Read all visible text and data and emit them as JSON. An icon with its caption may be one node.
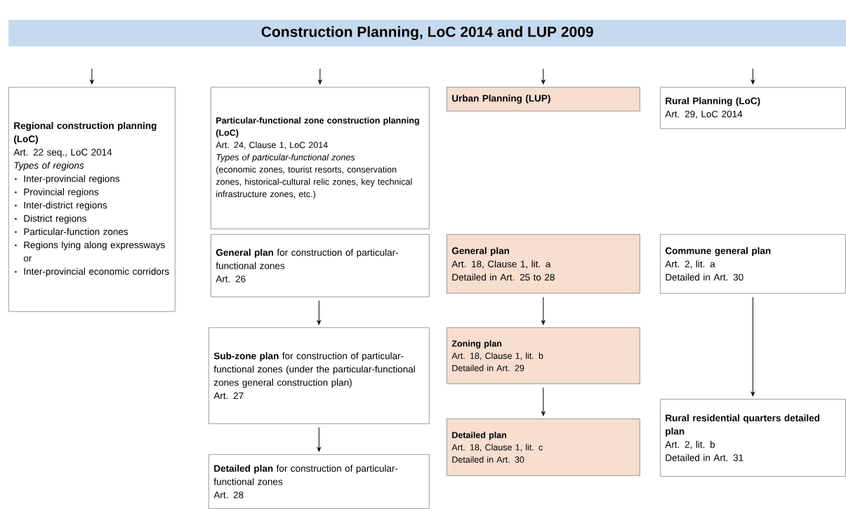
{
  "diagram": {
    "title": "Construction Planning, LoC 2014 and LUP 2009",
    "nodes": [
      {
        "text": [
          "Regional construction planning (LoC)",
          "Art. 22 seq., LoC 2014",
          "Types of regions",
          "Inter-provincial regions",
          "Provincial regions",
          "Inter-district regions",
          "District regions",
          "Particular-function zones",
          "Regions lying along expressways or",
          "Inter-provincial economic corridors"
        ]
      },
      {
        "text": [
          "Particular-functional zone construction planning (LoC)",
          "Art. 24, Clause 1, LoC 2014",
          "Types of particular-functional zones",
          "(economic zones, tourist resorts, conservation zones, historical-cultural relic zones, key technical infrastructure zones, etc.)"
        ]
      },
      {
        "text": [
          "Urban Planning (LUP)"
        ]
      },
      {
        "text": [
          "Rural Planning (LoC)",
          "Art. 29, LoC 2014"
        ]
      },
      {
        "text": [
          "**General plan** for construction of particular-functional zones",
          "Art. 26"
        ]
      },
      {
        "text": [
          "General plan",
          "Art. 18, Clause 1, lit. a",
          "Detailed in Art. 25 to 28"
        ]
      },
      {
        "text": [
          "Commune general plan",
          "Art. 2, lit. a",
          "Detailed in Art. 30"
        ]
      },
      {
        "text": [
          "**Sub-zone plan** for construction of particular-functional zones (under the particular-functional zones general construction plan)",
          "Art. 27"
        ]
      },
      {
        "text": [
          "Zoning plan",
          "Art. 18, Clause 1, lit. b",
          "Detailed in Art. 29"
        ]
      },
      {
        "text": [
          "Rural residential quarters detailed plan",
          "Art. 2, lit. b",
          "Detailed in Art. 31"
        ]
      },
      {
        "text": [
          "**Detailed plan** for construction of particular-functional zones",
          "Art. 28"
        ]
      },
      {
        "text": [
          "Detailed plan",
          "Art. 18, Clause 1, lit. c",
          "Detailed in Art. 30"
        ]
      }
    ],
    "edges": [
      {
        "from": null,
        "to": 0,
        "arrow": "to"
      },
      {
        "from": null,
        "to": 1,
        "arrow": "to"
      },
      {
        "from": null,
        "to": 2,
        "arrow": "to"
      },
      {
        "from": null,
        "to": 3,
        "arrow": "to"
      },
      {
        "from": 4,
        "to": 7,
        "arrow": "to"
      },
      {
        "from": 7,
        "to": 10,
        "arrow": "to"
      },
      {
        "from": 5,
        "to": 8,
        "arrow": "to"
      },
      {
        "from": 8,
        "to": 11,
        "arrow": "to"
      },
      {
        "from": 6,
        "to": 9,
        "arrow": "to"
      }
    ]
  }
}
